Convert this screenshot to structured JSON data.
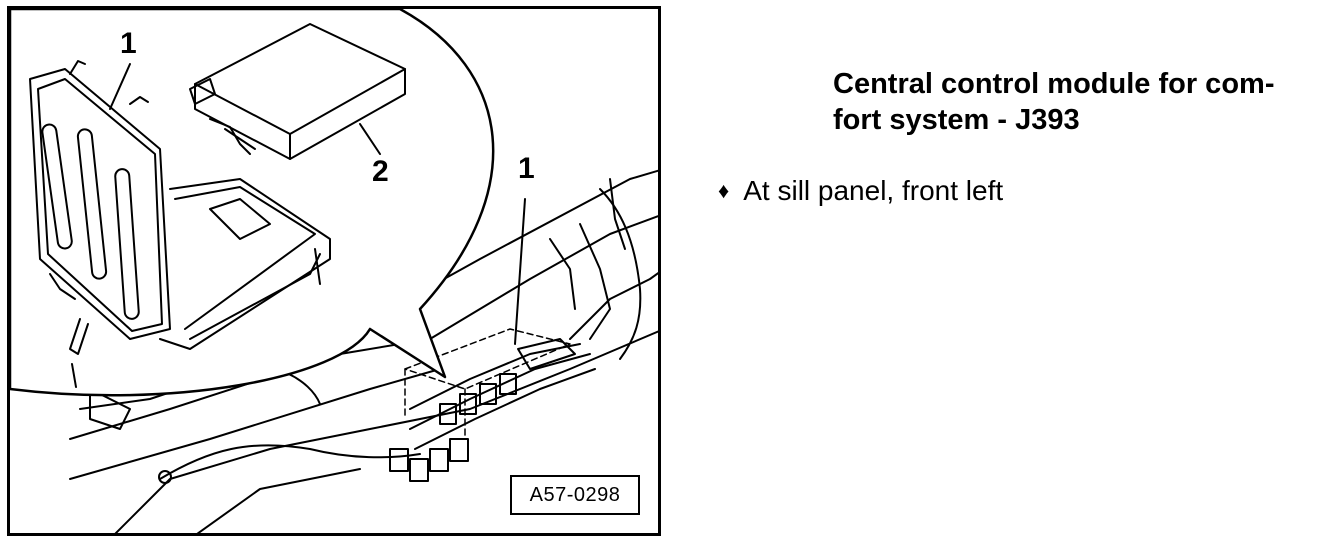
{
  "figure": {
    "callouts": [
      "1",
      "2",
      "1"
    ],
    "reference": "A57-0298"
  },
  "heading": {
    "line1": "Central control module for com-",
    "line2": "fort system - J393"
  },
  "bullets": [
    {
      "symbol": "♦",
      "text": "At sill panel, front left"
    }
  ]
}
